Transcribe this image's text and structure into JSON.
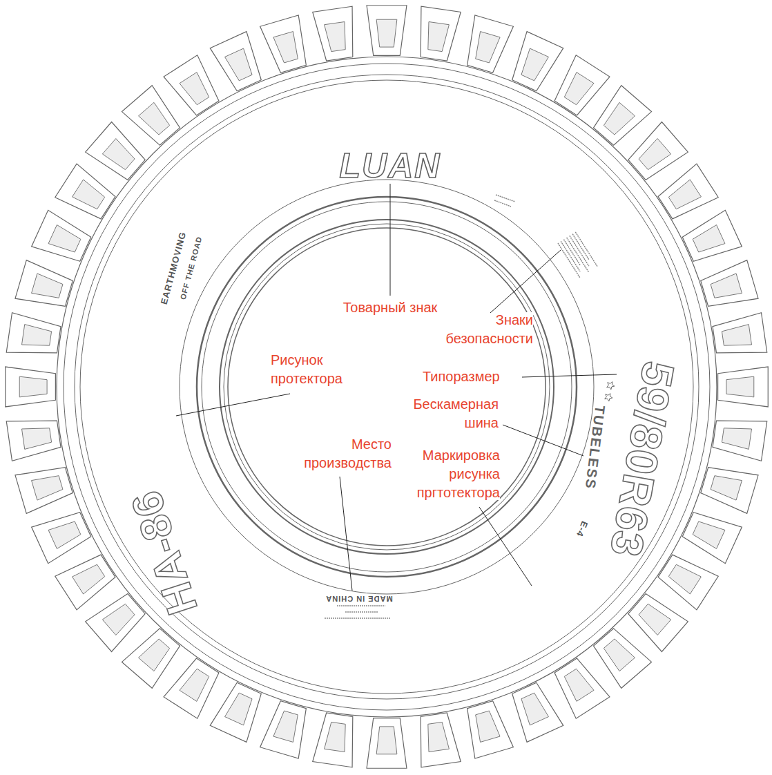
{
  "diagram": {
    "labels": [
      "LUAN",
      "Товарный знак",
      "OFF THE ROAD",
      "EARTHMOVING",
      "Знаки безопасности",
      "Рисунок протектора",
      "Типоразмер",
      "59/80R63",
      "TUBELESS",
      "Бескамерная шина",
      "Место производства",
      "Маркировка рисунка пргтотектора",
      "E-4",
      "HA-86",
      "MADE IN CHINA"
    ]
  }
}
